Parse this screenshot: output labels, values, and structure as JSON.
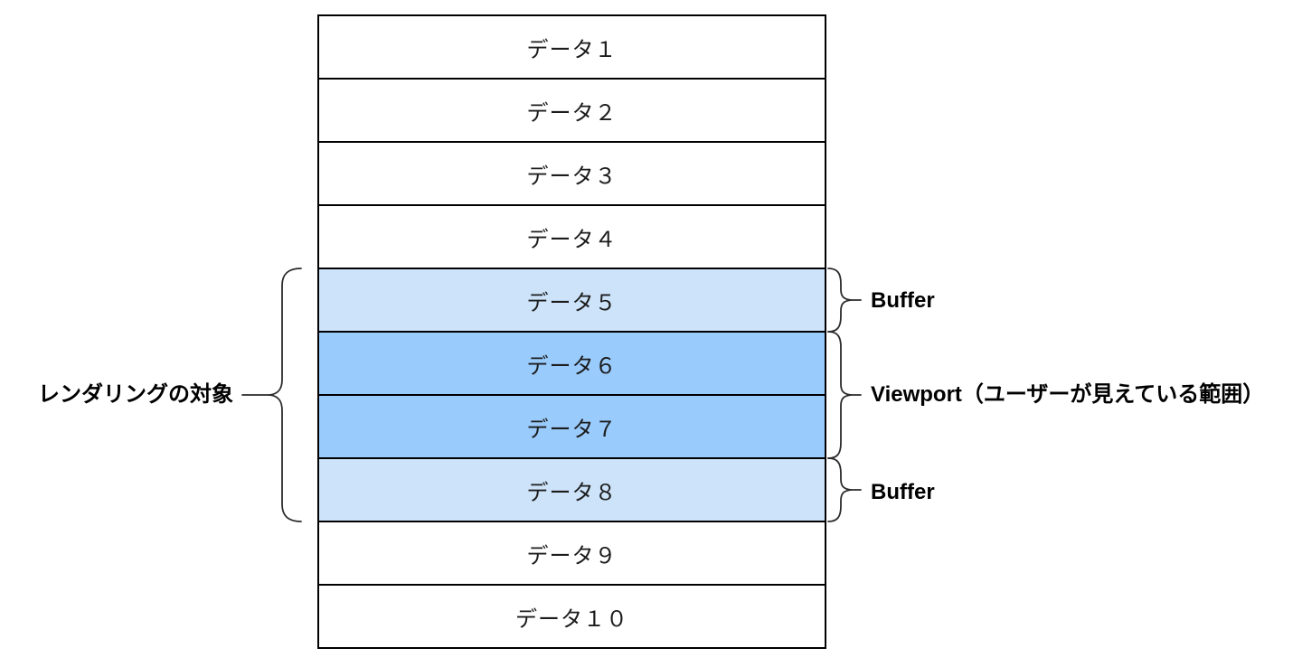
{
  "diagram": {
    "rows": [
      {
        "label": "データ１",
        "role": "normal"
      },
      {
        "label": "データ２",
        "role": "normal"
      },
      {
        "label": "データ３",
        "role": "normal"
      },
      {
        "label": "データ４",
        "role": "normal"
      },
      {
        "label": "データ５",
        "role": "buffer"
      },
      {
        "label": "データ６",
        "role": "viewport"
      },
      {
        "label": "データ７",
        "role": "viewport"
      },
      {
        "label": "データ８",
        "role": "buffer"
      },
      {
        "label": "データ９",
        "role": "normal"
      },
      {
        "label": "データ１０",
        "role": "normal"
      }
    ],
    "left_annotation": {
      "label": "レンダリングの対象"
    },
    "right_annotations": [
      {
        "label": "Buffer"
      },
      {
        "label": "Viewport（ユーザーが見えている範囲）"
      },
      {
        "label": "Buffer"
      }
    ],
    "colors": {
      "buffer_fill": "#cce3fa",
      "viewport_fill": "#99cbfc",
      "row_border": "#000000",
      "brace_stroke": "#2b2b2b"
    }
  }
}
